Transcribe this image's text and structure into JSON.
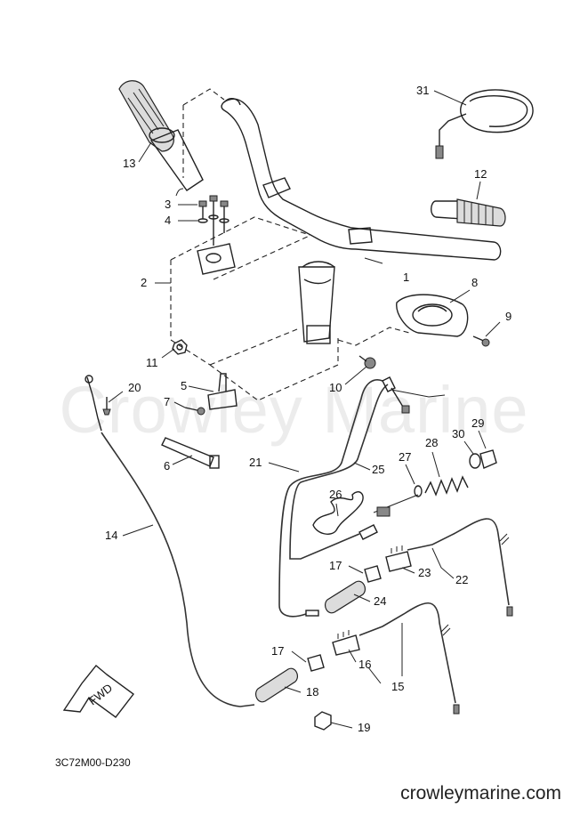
{
  "watermark": "Crowley Marine",
  "drawing_code": "3C72M00-D230",
  "footer": "crowleymarine.com",
  "fwd_label": "FWD",
  "callouts": [
    "1",
    "2",
    "3",
    "4",
    "5",
    "6",
    "7",
    "8",
    "9",
    "10",
    "11",
    "12",
    "13",
    "14",
    "15",
    "16",
    "17",
    "17",
    "18",
    "19",
    "20",
    "21",
    "22",
    "23",
    "24",
    "25",
    "26",
    "27",
    "28",
    "29",
    "30",
    "31"
  ]
}
